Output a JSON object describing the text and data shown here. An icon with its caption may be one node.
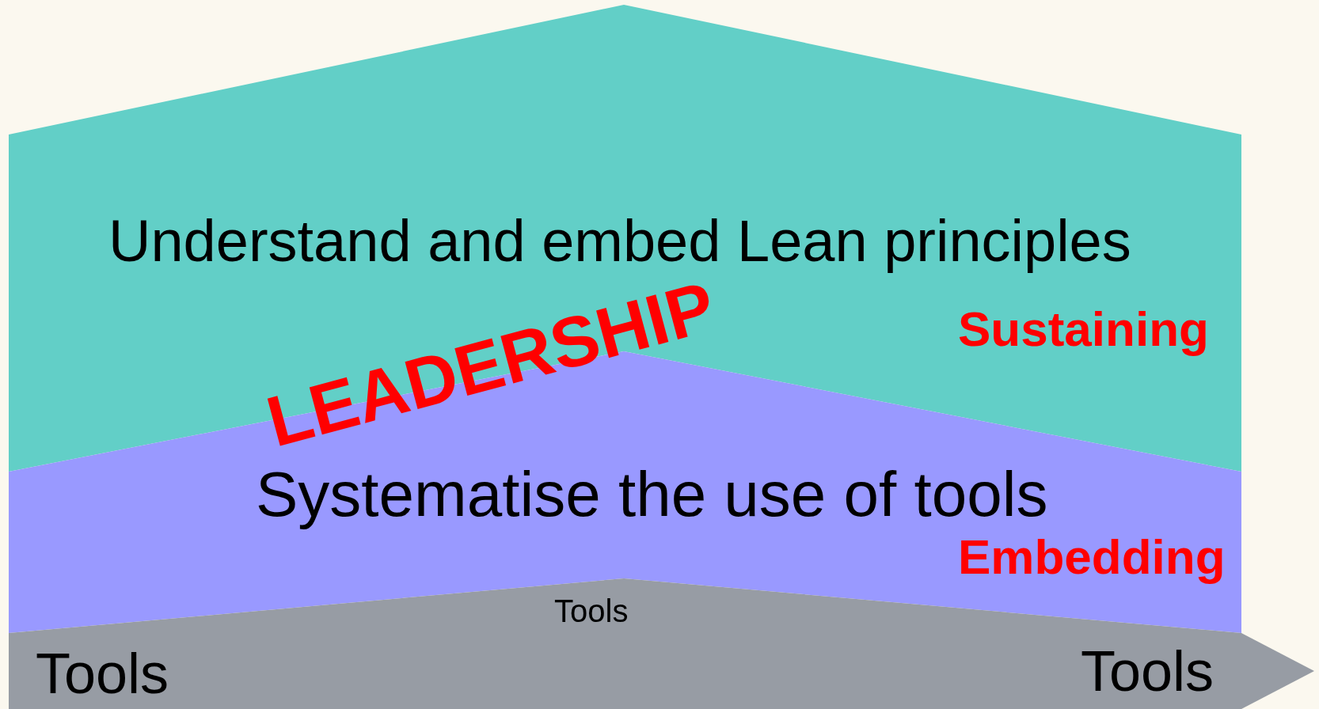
{
  "diagram": {
    "nodes": [
      {
        "text": [
          "Understand and embed Lean principles",
          "Sustaining"
        ]
      },
      {
        "text": [
          "Systematise the use of tools",
          "Embedding"
        ]
      },
      {
        "text": [
          "Tools",
          "Tools",
          "Tools"
        ]
      }
    ],
    "labels": [
      "LEADERSHIP"
    ]
  }
}
